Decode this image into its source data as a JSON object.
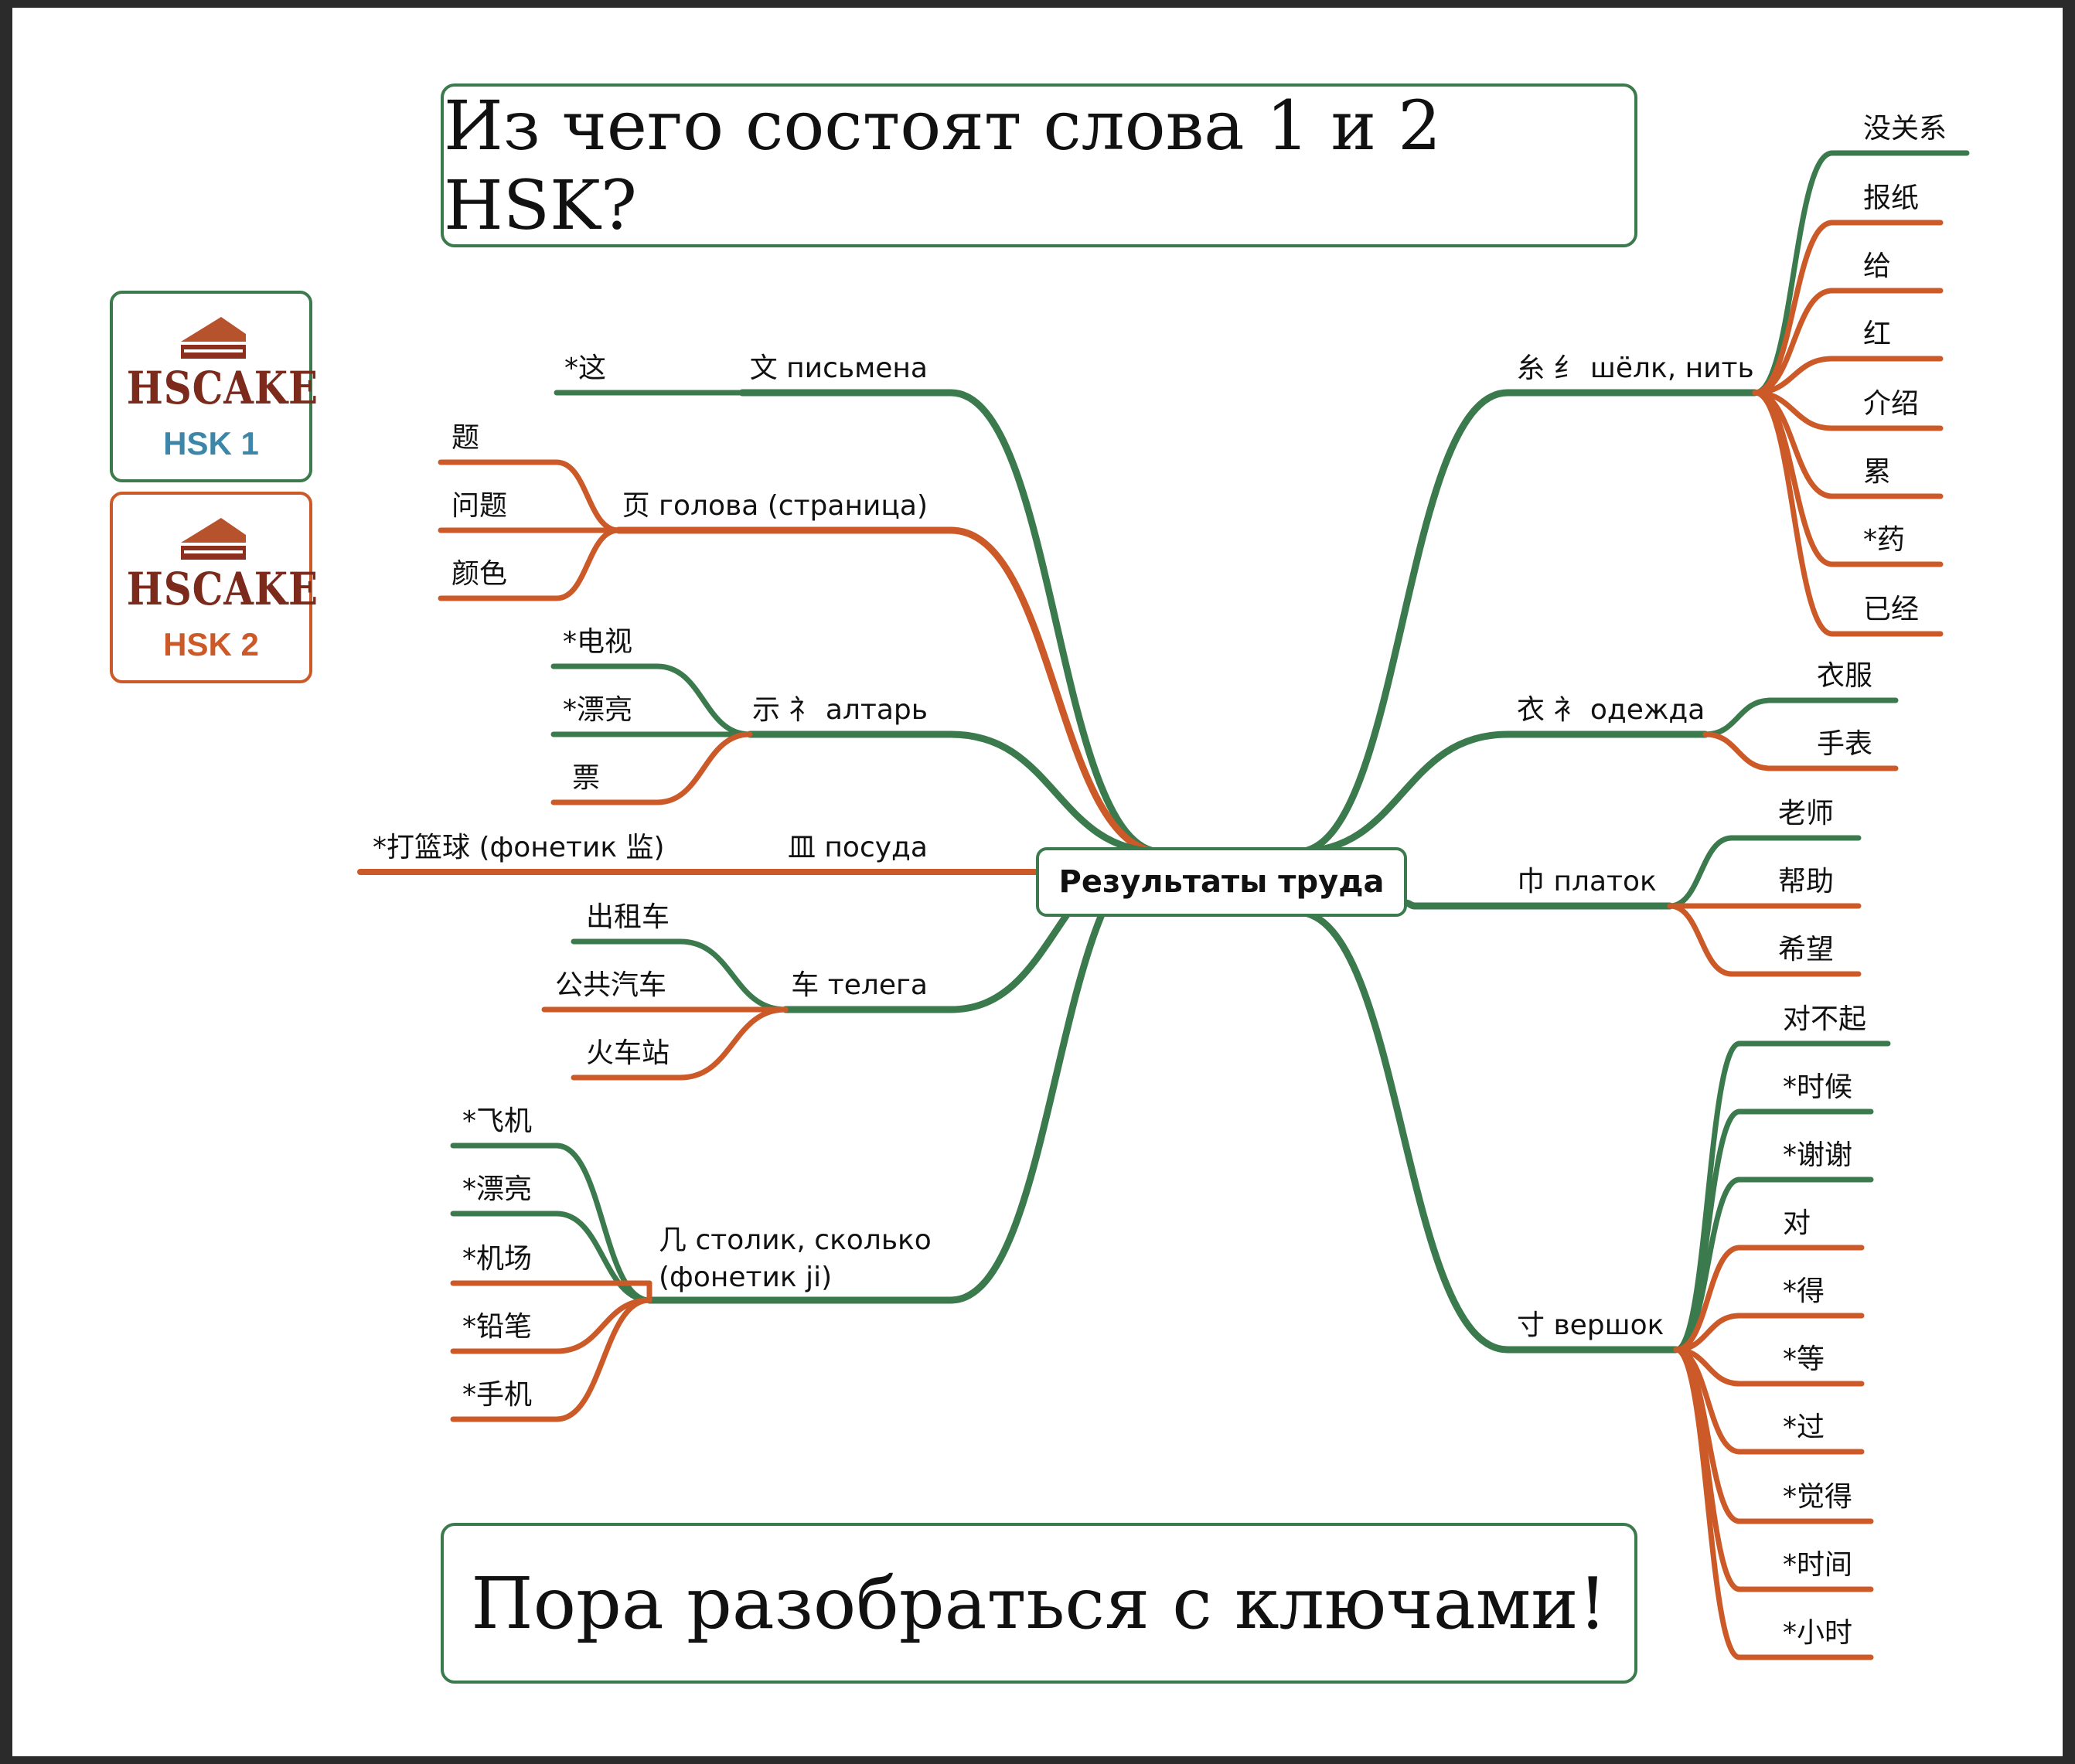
{
  "header": {
    "title": "Из чего состоят слова 1 и 2 HSK?"
  },
  "footer": {
    "motto": "Пора разобраться с ключами!"
  },
  "logos": [
    {
      "brand": "HSCAKE",
      "level": "HSK 1",
      "color": "#3a7a4c"
    },
    {
      "brand": "HSCAKE",
      "level": "HSK 2",
      "color": "#cc5a28"
    }
  ],
  "colors": {
    "hsk1": "#3a7a4c",
    "hsk2": "#cc5a28",
    "center_text": "#3e86a8"
  },
  "center": {
    "label": "Результаты труда"
  },
  "branches": [
    {
      "id": "wen",
      "label": "文 письмена",
      "level": 1,
      "words": [
        {
          "text": "*这",
          "level": 1
        }
      ]
    },
    {
      "id": "ye",
      "label": "页 голова (страница)",
      "level": 2,
      "words": [
        {
          "text": "题",
          "level": 2
        },
        {
          "text": "问题",
          "level": 2
        },
        {
          "text": "颜色",
          "level": 2
        }
      ]
    },
    {
      "id": "shi",
      "label": "示 礻 алтарь",
      "level": 1,
      "words": [
        {
          "text": "*电视",
          "level": 1
        },
        {
          "text": "*漂亮",
          "level": 1
        },
        {
          "text": "票",
          "level": 2
        }
      ]
    },
    {
      "id": "min",
      "label": "皿 посуда",
      "level": 2,
      "inline_word": "*打篮球 (фонетик 监)"
    },
    {
      "id": "che",
      "label": "车 телега",
      "level": 1,
      "words": [
        {
          "text": "出租车",
          "level": 1
        },
        {
          "text": "公共汽车",
          "level": 2
        },
        {
          "text": "火车站",
          "level": 2
        }
      ]
    },
    {
      "id": "ji",
      "label": "几 столик, сколько",
      "label2": "(фонетик ji)",
      "level": 1,
      "words": [
        {
          "text": "*飞机",
          "level": 1
        },
        {
          "text": "*漂亮",
          "level": 1
        },
        {
          "text": "*机场",
          "level": 2
        },
        {
          "text": "*铅笔",
          "level": 2
        },
        {
          "text": "*手机",
          "level": 2
        }
      ]
    },
    {
      "id": "mi",
      "label": "糸 纟 шёлк, нить",
      "level": 1,
      "words": [
        {
          "text": "没关系",
          "level": 1
        },
        {
          "text": "报纸",
          "level": 2
        },
        {
          "text": "给",
          "level": 2
        },
        {
          "text": "红",
          "level": 2
        },
        {
          "text": "介绍",
          "level": 2
        },
        {
          "text": "累",
          "level": 2
        },
        {
          "text": "*药",
          "level": 2
        },
        {
          "text": "已经",
          "level": 2
        }
      ]
    },
    {
      "id": "yi",
      "label": "衣 衤 одежда",
      "level": 1,
      "words": [
        {
          "text": "衣服",
          "level": 1
        },
        {
          "text": "手表",
          "level": 2
        }
      ]
    },
    {
      "id": "jin",
      "label": "巾 платок",
      "level": 1,
      "words": [
        {
          "text": "老师",
          "level": 1
        },
        {
          "text": "帮助",
          "level": 2
        },
        {
          "text": "希望",
          "level": 2
        }
      ]
    },
    {
      "id": "cun",
      "label": "寸 вершок",
      "level": 1,
      "words": [
        {
          "text": "对不起",
          "level": 1
        },
        {
          "text": "*时候",
          "level": 1
        },
        {
          "text": "*谢谢",
          "level": 1
        },
        {
          "text": "对",
          "level": 2
        },
        {
          "text": "*得",
          "level": 2
        },
        {
          "text": "*等",
          "level": 2
        },
        {
          "text": "*过",
          "level": 2
        },
        {
          "text": "*觉得",
          "level": 2
        },
        {
          "text": "*时间",
          "level": 2
        },
        {
          "text": "*小时",
          "level": 2
        }
      ]
    }
  ]
}
